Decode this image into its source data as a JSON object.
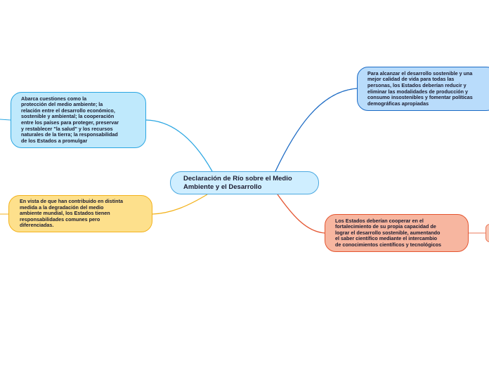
{
  "colors": {
    "background": "#ffffff",
    "central_fill": "#cfeeff",
    "central_border": "#4aa8e0",
    "blue_light_fill": "#bfe9fc",
    "blue_light_line": "#2aa6e2",
    "yellow_fill": "#fde08c",
    "yellow_line": "#f3b21c",
    "blue_dark_fill": "#b9dcfb",
    "blue_dark_line": "#1b6ac4",
    "orange_fill": "#f7b6a0",
    "orange_line": "#e4542f"
  },
  "central_topic": "Declaración de Río sobre el Medio\nAmbiente y el Desarrollo",
  "branches": {
    "left_top": "Abarca cuestiones como la\nprotección del medio ambiente; la\nrelación entre el desarrollo económico,\nsostenible y ambiental; la cooperación\nentre los países para proteger, preservar\ny restablecer \"la salud\" y los recursos\nnaturales de la tierra; la responsabilidad\nde los Estados a promulgar",
    "left_bottom": "En vista de que han contribuido en distinta\nmedida a la degradación del medio\nambiente mundial, los Estados tienen\nresponsabilidades comunes pero\ndiferenciadas.",
    "right_top": "Para alcanzar el desarrollo sostenible y una\nmejor calidad de vida para todas las\npersonas, los Estados deberían reducir y\neliminar las modalidades de producción y\nconsumo insostenibles y fomentar políticas\ndemográficas apropiadas",
    "right_bottom": "Los Estados deberían cooperar en el\nfortalecimiento de su propia capacidad de\nlograr el desarrollo sostenible, aumentando\nel saber científico mediante el intercambio\nde conocimientos científicos y tecnológicos"
  }
}
